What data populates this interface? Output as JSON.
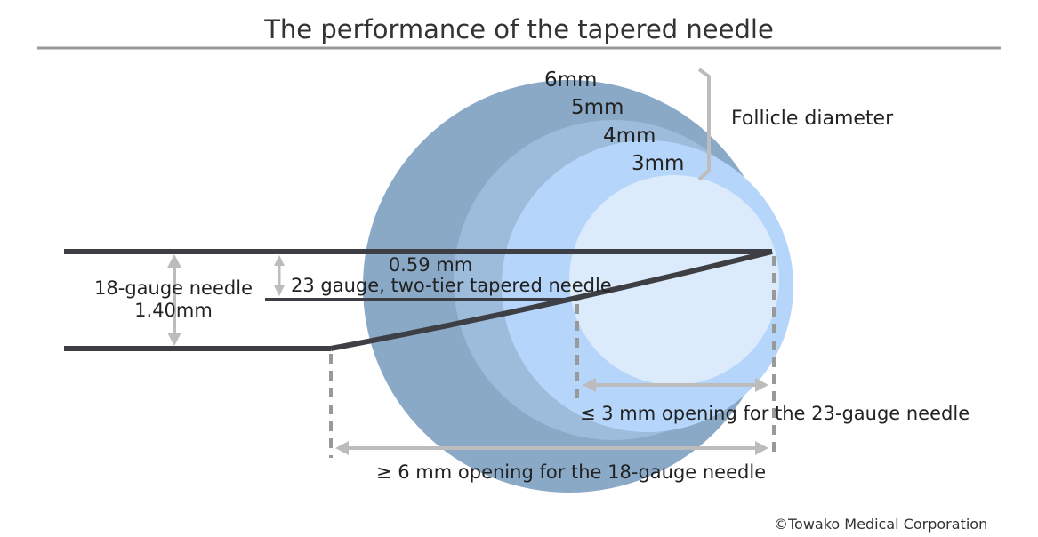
{
  "title": "The performance of the tapered needle",
  "follicle": {
    "label": "Follicle diameter",
    "sizes": [
      "6mm",
      "5mm",
      "4mm",
      "3mm"
    ]
  },
  "needle18": {
    "name": "18-gauge needle",
    "diameter": "1.40mm",
    "opening": "≥ 6 mm opening for the 18-gauge needle"
  },
  "needle23": {
    "diameter": "0.59 mm",
    "name": "23 gauge, two-tier tapered needle",
    "opening": "≤ 3 mm opening for the 23-gauge needle"
  },
  "copyright": "©Towako Medical Corporation",
  "colors": {
    "follicle_6mm": "#8aa9c7",
    "follicle_5mm": "#9dbcdc",
    "follicle_4mm": "#b5d6fa",
    "follicle_3mm": "#dbebfb",
    "needle": "#3d3f44",
    "dimension": "#bcbcbc",
    "rule": "#999999"
  }
}
